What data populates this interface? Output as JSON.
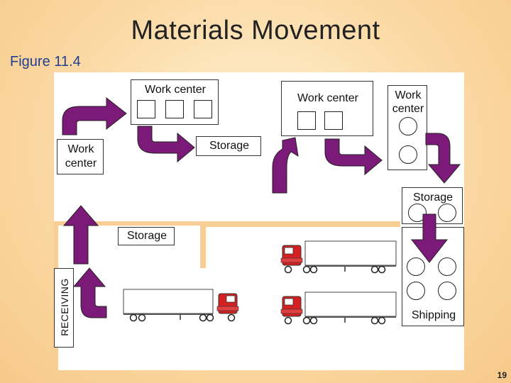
{
  "slide": {
    "title": "Materials Movement",
    "figure_label": "Figure 11.4",
    "page_number": "19"
  },
  "layout": {
    "work_center_1": {
      "label": "Work center",
      "machine_count": 3
    },
    "work_center_2": {
      "label": "Work center",
      "machine_count": 2
    },
    "work_center_3": {
      "label": "Work center",
      "machine_count": 2
    },
    "work_center_4": {
      "label": "Work center"
    },
    "storage_1": {
      "label": "Storage"
    },
    "storage_2": {
      "label": "Storage",
      "bin_count": 2
    },
    "storage_3": {
      "label": "Storage"
    },
    "shipping": {
      "label": "Shipping",
      "bin_count": 4
    },
    "receiving": {
      "label": "RECEIVING"
    }
  },
  "colors": {
    "background": "#fbd9a4",
    "floor": "#ffffff",
    "arrow": "#7b1a78",
    "truck_cab": "#d42020",
    "title_text": "#222222",
    "figure_label_text": "#1f3f8f"
  },
  "icons": [
    "curved-arrow-icon",
    "truck-icon",
    "machine-square-icon",
    "storage-bin-circle-icon"
  ]
}
